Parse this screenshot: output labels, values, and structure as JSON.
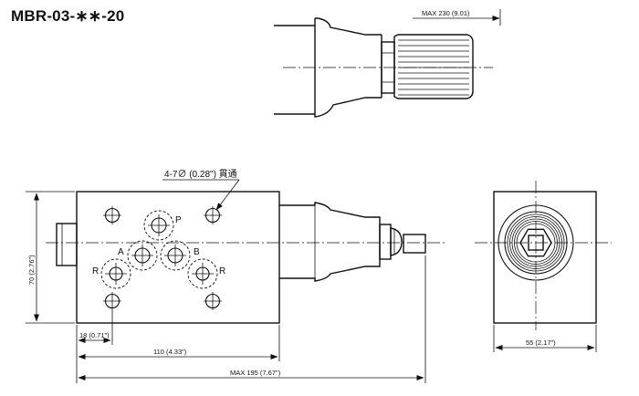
{
  "title": "MBR-03-∗∗-20",
  "dimensions": {
    "max_length_top": "MAX 230 (9.01)",
    "height_70": "70 (2.76\")",
    "offset_18": "18 (0.71\")",
    "length_110": "110 (4.33\")",
    "max_length_195": "MAX  195 (7.67\")",
    "width_55": "55 (2.17\")"
  },
  "callout": {
    "holes": "4-7∅ (0.28\") 貫通"
  },
  "ports": {
    "p": "P",
    "a": "A",
    "b": "B",
    "r_left": "R",
    "r_right": "R"
  }
}
